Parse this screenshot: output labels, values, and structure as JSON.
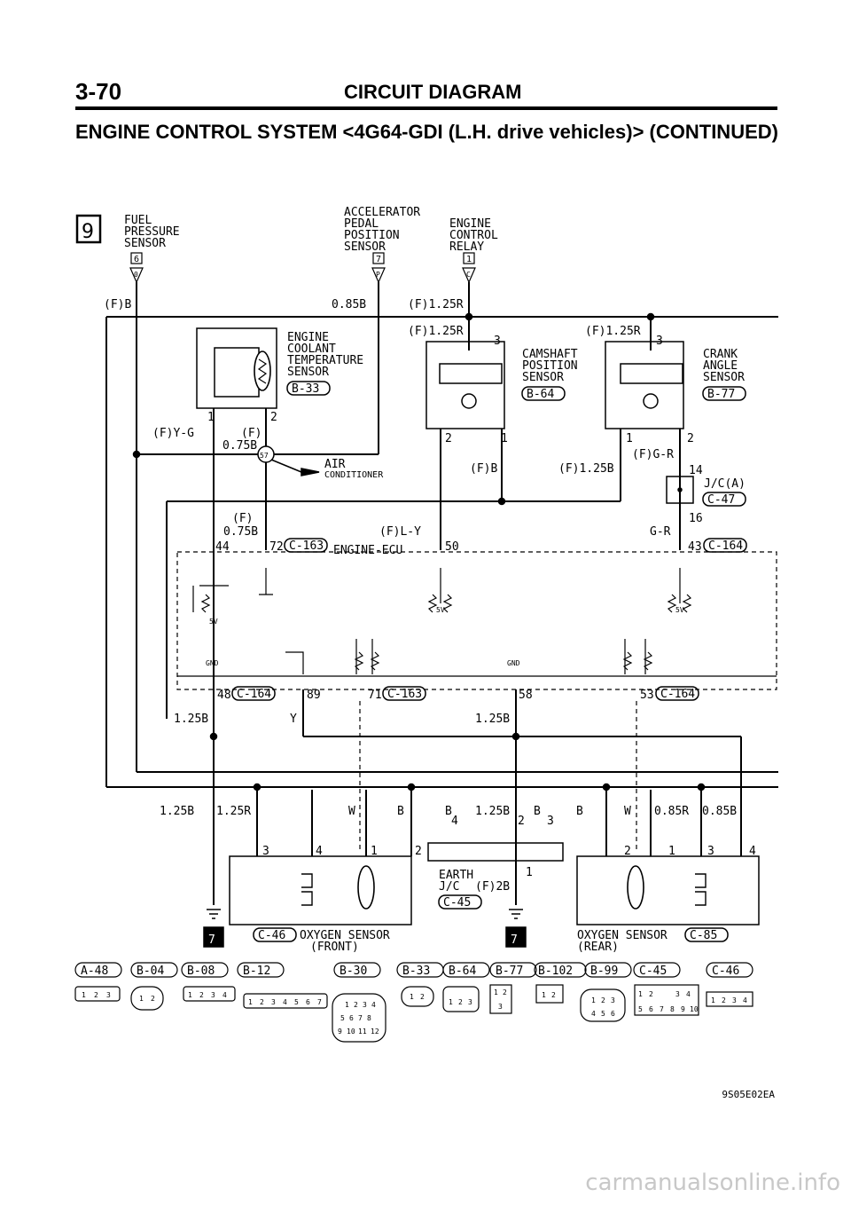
{
  "header": {
    "page_number": "3-70",
    "section_title": "CIRCUIT DIAGRAM",
    "subtitle": "ENGINE CONTROL SYSTEM <4G64-GDI (L.H. drive vehicles)> (CONTINUED)"
  },
  "diagram_code": "9S05E02EA",
  "watermark": "carmanualsonline.info",
  "fuse_block_number": "9",
  "components": {
    "fuel_pressure_sensor": {
      "line1": "FUEL",
      "line2": "PRESSURE",
      "line3": "SENSOR",
      "tag": "6",
      "pin": "0"
    },
    "accel_pedal_sensor": {
      "line1": "ACCELERATOR",
      "line2": "PEDAL",
      "line3": "POSITION",
      "line4": "SENSOR",
      "tag": "7",
      "pin": "P"
    },
    "engine_control_relay": {
      "line1": "ENGINE",
      "line2": "CONTROL",
      "line3": "RELAY",
      "tag": "1",
      "pin": "C"
    },
    "coolant_sensor": {
      "line1": "ENGINE",
      "line2": "COOLANT",
      "line3": "TEMPERATURE",
      "line4": "SENSOR",
      "connector": "B-33"
    },
    "camshaft_sensor": {
      "line1": "CAMSHAFT",
      "line2": "POSITION",
      "line3": "SENSOR",
      "connector": "B-64"
    },
    "crank_sensor": {
      "line1": "CRANK",
      "line2": "ANGLE",
      "line3": "SENSOR",
      "connector": "B-77"
    },
    "air_conditioner": {
      "line1": "AIR",
      "line2": "CONDITIONER",
      "splice": "57"
    },
    "jc_a": {
      "label": "J/C(A)",
      "connector": "C-47"
    },
    "ecu": {
      "label": "ENGINE-ECU"
    },
    "earth_jc": {
      "line1": "EARTH",
      "line2": "J/C",
      "wire": "(F)2B",
      "connector": "C-45"
    },
    "oxygen_front": {
      "line1": "OXYGEN SENSOR",
      "line2": "(FRONT)",
      "connector": "C-46"
    },
    "oxygen_rear": {
      "line1": "OXYGEN SENSOR",
      "line2": "(REAR)",
      "connector": "C-85"
    },
    "ground_tag": "7"
  },
  "wires": {
    "fb": "(F)B",
    "w085b": "0.85B",
    "f125r": "(F)1.25R",
    "fyg": "(F)Y-G",
    "f_label": "(F)",
    "w075b": "0.75B",
    "fgr": "(F)G-R",
    "gr": "G-R",
    "fly": "(F)L-Y",
    "f125b": "(F)1.25B",
    "w125b": "1.25B",
    "w125r": "1.25R",
    "y": "Y",
    "w": "W",
    "b": "B",
    "w085r": "0.85R"
  },
  "pins": {
    "p1": "1",
    "p2": "2",
    "p3": "3",
    "p4": "4",
    "p14": "14",
    "p16": "16",
    "p44": "44",
    "p72": "72",
    "p50": "50",
    "p43": "43",
    "p48": "48",
    "p89": "89",
    "p71": "71",
    "p58": "58",
    "p53": "53"
  },
  "ecu_connectors": {
    "c163": "C-163",
    "c164": "C-164"
  },
  "ecu_internal": {
    "gnd": "GND",
    "v5": "5V"
  },
  "legend_connectors": [
    "A-48",
    "B-04",
    "B-08",
    "B-12",
    "B-30",
    "B-33",
    "B-64",
    "B-77",
    "B-102",
    "B-99",
    "C-45",
    "C-46"
  ],
  "legend_pin_sets": {
    "a48": [
      "1",
      "2",
      "3"
    ],
    "b04": [
      "1",
      "2"
    ],
    "b08": [
      "1",
      "2",
      "3",
      "4"
    ],
    "b12": [
      "1",
      "2",
      "3",
      "4",
      "5",
      "6",
      "7"
    ],
    "b30": [
      "1",
      "2",
      "3",
      "4",
      "5",
      "6",
      "7",
      "8",
      "9",
      "10",
      "11",
      "12"
    ],
    "b33": [
      "1",
      "2"
    ],
    "b64": [
      "1",
      "2",
      "3"
    ],
    "b77": [
      "1",
      "2",
      "3"
    ],
    "b102": [
      "1",
      "2"
    ],
    "b99": [
      "1",
      "2",
      "3",
      "4",
      "5",
      "6"
    ],
    "c45": [
      "1",
      "2",
      "3",
      "4",
      "5",
      "6",
      "7",
      "8",
      "9",
      "10"
    ],
    "c46": [
      "1",
      "2",
      "3",
      "4"
    ]
  },
  "colors": {
    "ink": "#000000",
    "background": "#ffffff",
    "watermark": "#c8c8c8"
  }
}
